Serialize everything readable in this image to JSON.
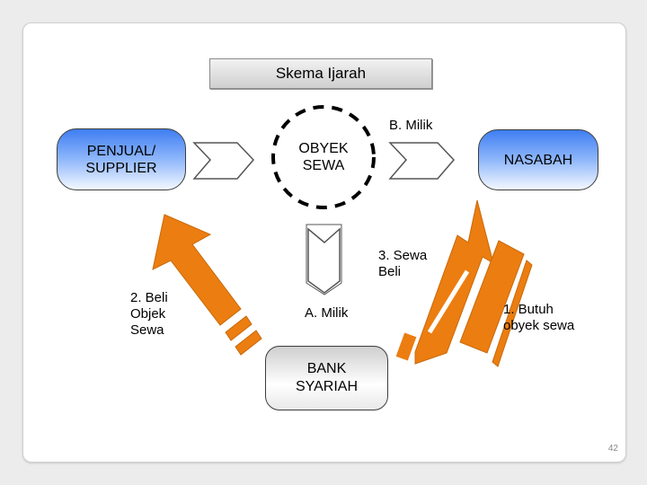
{
  "title": "Skema Ijarah",
  "nodes": {
    "penjual": "PENJUAL/\nSUPPLIER",
    "obyek": "OBYEK\nSEWA",
    "nasabah": "NASABAH",
    "bank": "BANK\nSYARIAH"
  },
  "labels": {
    "milik_b": "B. Milik",
    "beli": "2. Beli\n   Objek\n   Sewa",
    "milik_a": "A. Milik",
    "sewa_beli": "3. Sewa\n   Beli",
    "butuh": "1. Butuh\n   obyek sewa"
  },
  "page_number": "42",
  "colors": {
    "accent_orange": "#ec7d10",
    "pill_blue": "#3f7ef2"
  }
}
